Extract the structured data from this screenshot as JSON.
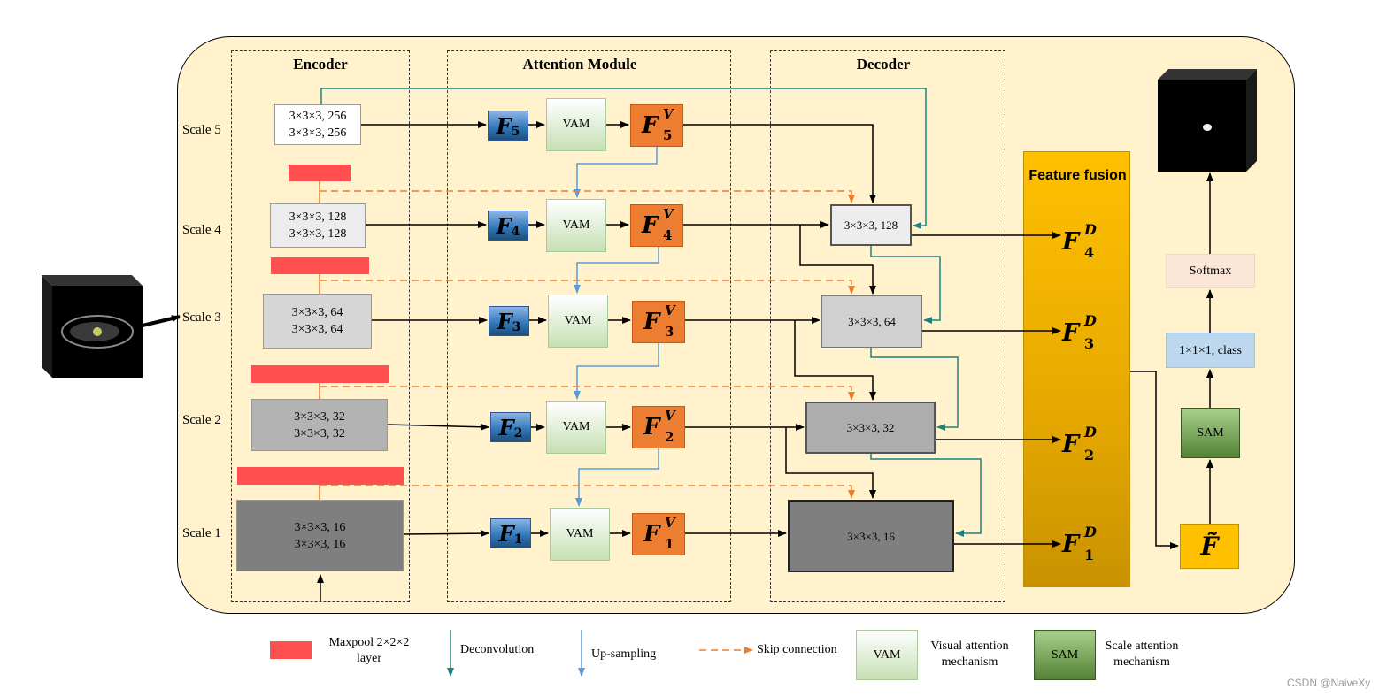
{
  "sections": {
    "encoder": "Encoder",
    "attention": "Attention Module",
    "decoder": "Decoder",
    "fusion": "Feature fusion"
  },
  "scales": [
    "Scale 5",
    "Scale 4",
    "Scale 3",
    "Scale 2",
    "Scale 1"
  ],
  "encoder_blocks": [
    {
      "line1": "3×3×3, 256",
      "line2": "3×3×3, 256"
    },
    {
      "line1": "3×3×3, 128",
      "line2": "3×3×3, 128"
    },
    {
      "line1": "3×3×3, 64",
      "line2": "3×3×3, 64"
    },
    {
      "line1": "3×3×3, 32",
      "line2": "3×3×3, 32"
    },
    {
      "line1": "3×3×3, 16",
      "line2": "3×3×3, 16"
    }
  ],
  "attention": {
    "f_symbol": "F",
    "vam_label": "VAM",
    "fv_sup": "V",
    "subscripts": [
      "5",
      "4",
      "3",
      "2",
      "1"
    ]
  },
  "decoder_blocks": [
    "3×3×3, 128",
    "3×3×3, 64",
    "3×3×3, 32",
    "3×3×3, 16"
  ],
  "fusion_outputs": {
    "symbol": "F",
    "sup": "D",
    "subscripts": [
      "4",
      "3",
      "2",
      "1"
    ]
  },
  "head": {
    "ftilde": "F̃",
    "sam": "SAM",
    "conv": "1×1×1, class",
    "softmax": "Softmax"
  },
  "legend": {
    "maxpool_line1": "Maxpool 2×2×2",
    "maxpool_line2": "layer",
    "deconv": "Deconvolution",
    "upsampling": "Up-sampling",
    "skip": "Skip connection",
    "vam_box": "VAM",
    "vam_line1": "Visual attention",
    "vam_line2": "mechanism",
    "sam_box": "SAM",
    "sam_line1": "Scale attention",
    "sam_line2": "mechanism"
  },
  "colors": {
    "background": "#fff2cc",
    "maxpool": "#ff4f4f",
    "f_box": "#2e75b6",
    "vam": "#c6e0b4",
    "fv_box": "#ed7d31",
    "fusion": "#ffc000",
    "sam": "#548235",
    "conv": "#bdd7ee",
    "softmax": "#fbe5d6",
    "deconv_arrow": "#1f7f7f",
    "upsample_arrow": "#5b9bd5",
    "skip_arrow": "#ed7d31"
  },
  "watermark": "CSDN @NaiveXy"
}
